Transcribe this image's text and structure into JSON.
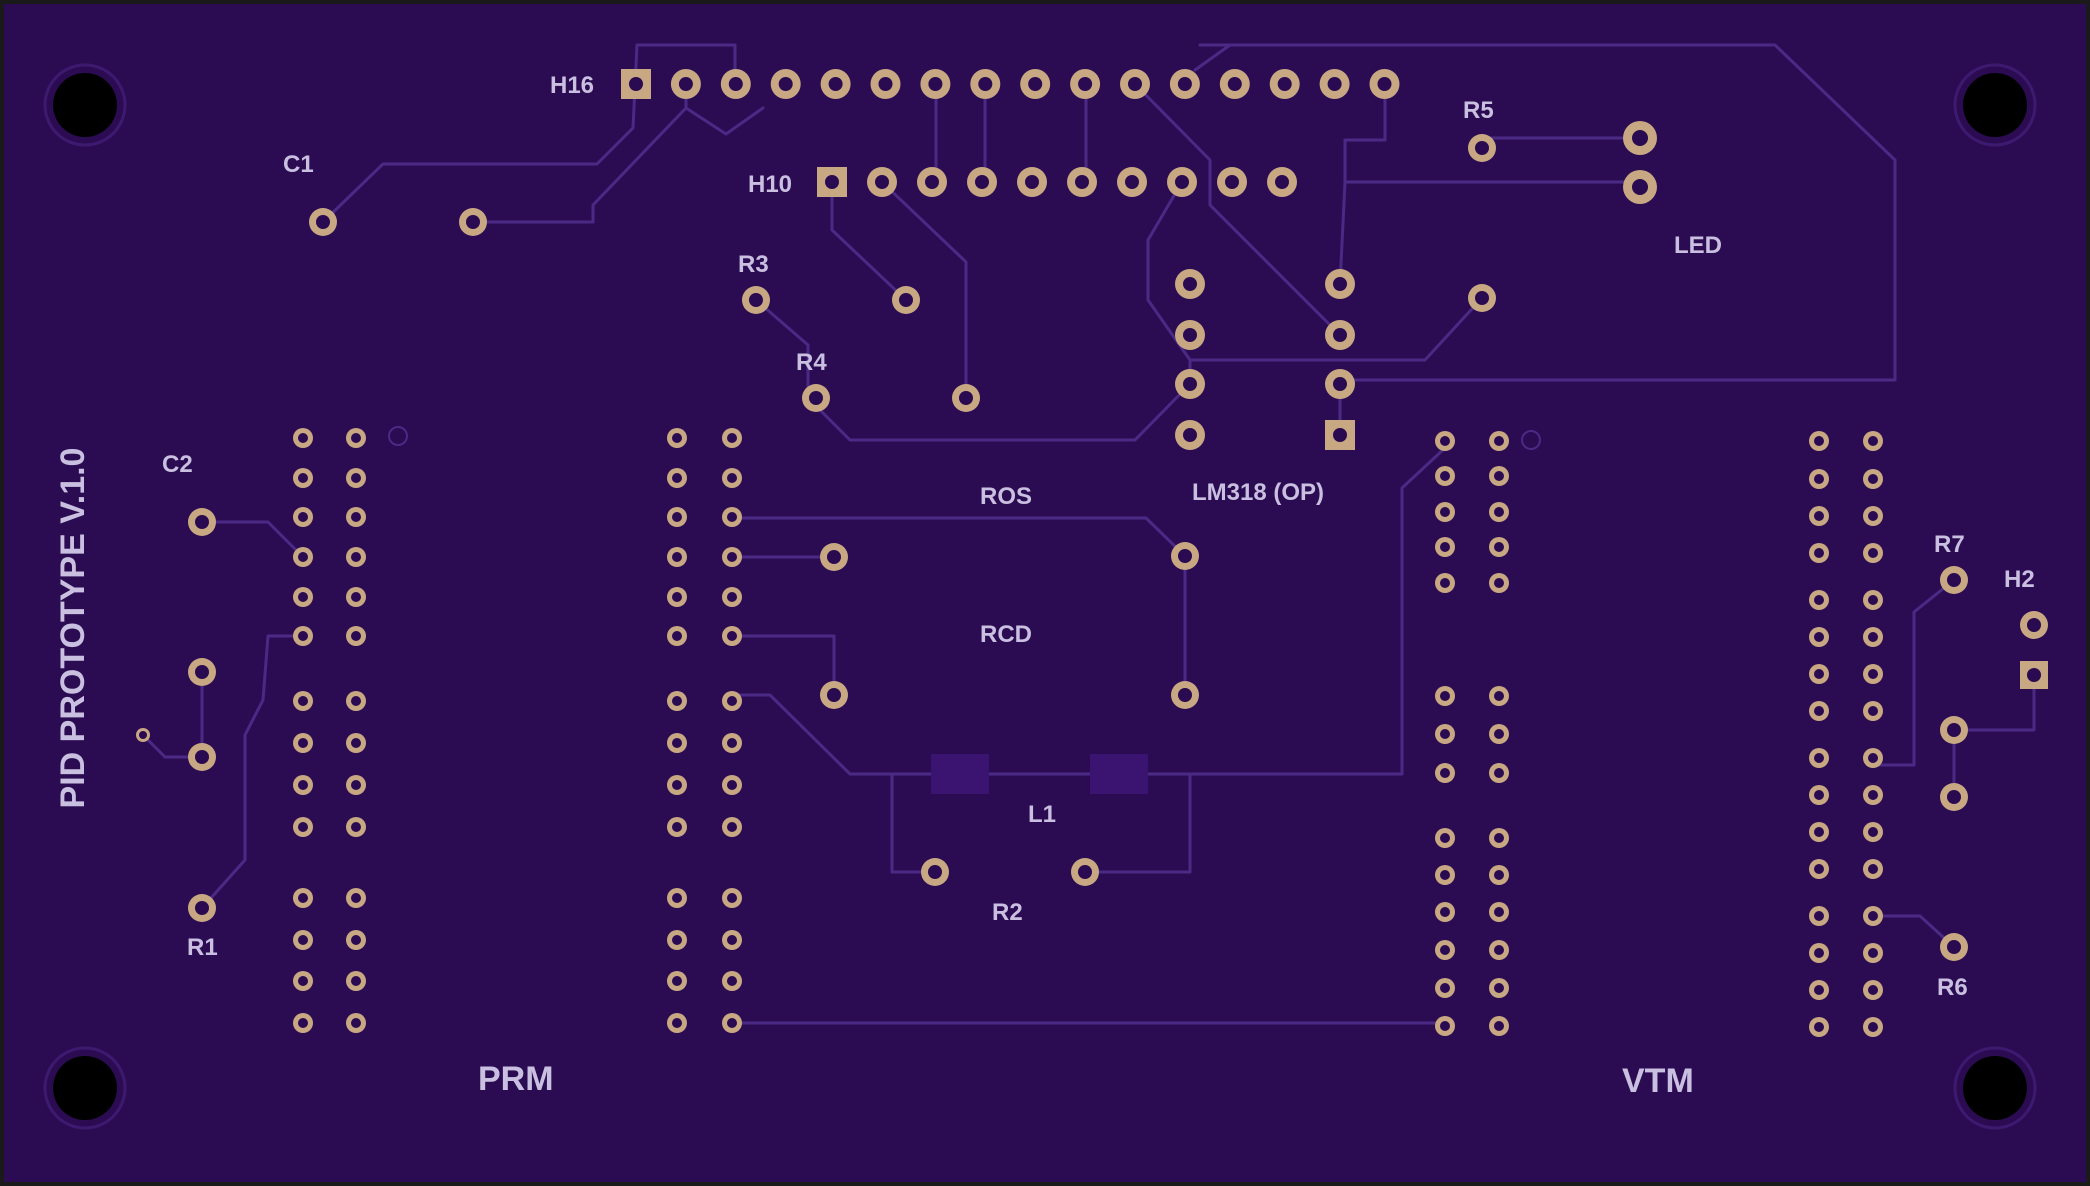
{
  "board": {
    "title": "PID PROTOTYPE V.1.0",
    "colors": {
      "substrate": "#2b0c52",
      "border": "#1a1a1a",
      "silkscreen": "#c9bfe0",
      "pad": "#c8a882",
      "trace": "#4a2a85"
    }
  },
  "labels": {
    "h16": "H16",
    "h10": "H10",
    "c1": "C1",
    "c2": "C2",
    "r1": "R1",
    "r2": "R2",
    "r3": "R3",
    "r4": "R4",
    "r5": "R5",
    "r6": "R6",
    "r7": "R7",
    "h2": "H2",
    "led": "LED",
    "lm318": "LM318 (OP)",
    "ros": "ROS",
    "rcd": "RCD",
    "l1": "L1",
    "prm": "PRM",
    "vtm": "VTM"
  }
}
